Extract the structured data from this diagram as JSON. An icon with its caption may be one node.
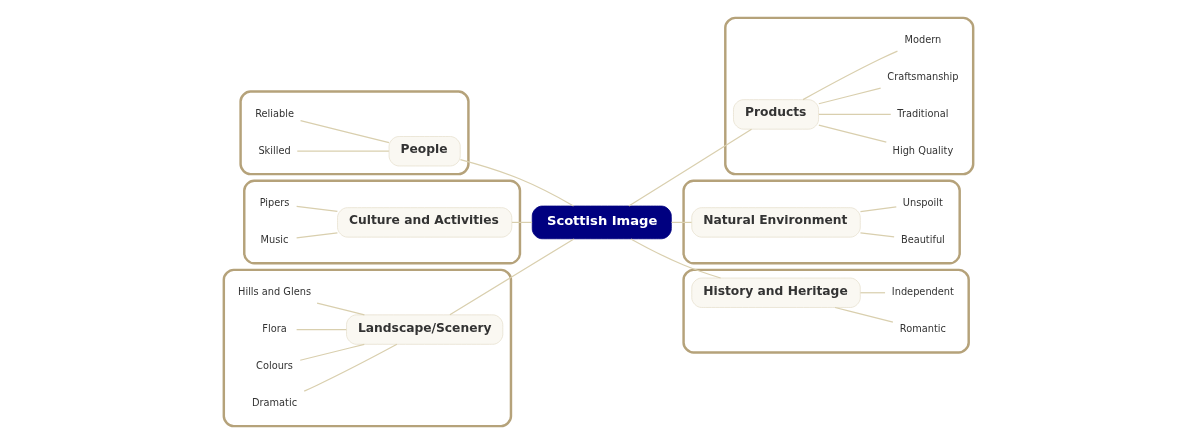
{
  "diagram": {
    "nodes": [
      {
        "text": [
          "Scottish Image"
        ]
      },
      {
        "text": [],
        "shape": "box"
      },
      {
        "text": [
          "Reliable"
        ],
        "in": 1
      },
      {
        "text": [
          "Skilled"
        ],
        "in": 1
      },
      {
        "text": [
          "People"
        ],
        "in": 1
      },
      {
        "text": [],
        "shape": "box"
      },
      {
        "text": [
          "Products"
        ],
        "in": 5
      },
      {
        "text": [
          "Modern"
        ],
        "in": 5
      },
      {
        "text": [
          "Craftsmanship"
        ],
        "in": 5
      },
      {
        "text": [
          "Traditional"
        ],
        "in": 5
      },
      {
        "text": [
          "High Quality"
        ],
        "in": 5
      },
      {
        "text": [],
        "shape": "box"
      },
      {
        "text": [
          "Pipers"
        ],
        "in": 11
      },
      {
        "text": [
          "Music"
        ],
        "in": 11
      },
      {
        "text": [
          "Culture and Activities"
        ],
        "in": 11
      },
      {
        "text": [],
        "shape": "box"
      },
      {
        "text": [
          "Natural Environment"
        ],
        "in": 15
      },
      {
        "text": [
          "Unspoilt"
        ],
        "in": 15
      },
      {
        "text": [
          "Beautiful"
        ],
        "in": 15
      },
      {
        "text": [],
        "shape": "box"
      },
      {
        "text": [
          "Hills and Glens"
        ],
        "in": 19
      },
      {
        "text": [
          "Flora"
        ],
        "in": 19
      },
      {
        "text": [
          "Colours"
        ],
        "in": 19
      },
      {
        "text": [
          "Dramatic"
        ],
        "in": 19
      },
      {
        "text": [
          "Landscape/Scenery"
        ],
        "in": 19
      },
      {
        "text": [],
        "shape": "box"
      },
      {
        "text": [
          "History and Heritage"
        ],
        "in": 25
      },
      {
        "text": [
          "Independent"
        ],
        "in": 25
      },
      {
        "text": [
          "Romantic"
        ],
        "in": 25
      }
    ],
    "edges": [
      {
        "from": 0,
        "to": 4,
        "arrow": "none"
      },
      {
        "from": 4,
        "to": 2,
        "arrow": "none"
      },
      {
        "from": 4,
        "to": 3,
        "arrow": "none"
      },
      {
        "from": 0,
        "to": 6,
        "arrow": "none"
      },
      {
        "from": 6,
        "to": 7,
        "arrow": "none"
      },
      {
        "from": 6,
        "to": 8,
        "arrow": "none"
      },
      {
        "from": 6,
        "to": 9,
        "arrow": "none"
      },
      {
        "from": 6,
        "to": 10,
        "arrow": "none"
      },
      {
        "from": 0,
        "to": 14,
        "arrow": "none"
      },
      {
        "from": 14,
        "to": 12,
        "arrow": "none"
      },
      {
        "from": 14,
        "to": 13,
        "arrow": "none"
      },
      {
        "from": 0,
        "to": 16,
        "arrow": "none"
      },
      {
        "from": 16,
        "to": 17,
        "arrow": "none"
      },
      {
        "from": 16,
        "to": 18,
        "arrow": "none"
      },
      {
        "from": 0,
        "to": 24,
        "arrow": "none"
      },
      {
        "from": 24,
        "to": 20,
        "arrow": "none"
      },
      {
        "from": 24,
        "to": 21,
        "arrow": "none"
      },
      {
        "from": 24,
        "to": 22,
        "arrow": "none"
      },
      {
        "from": 24,
        "to": 23,
        "arrow": "none"
      },
      {
        "from": 0,
        "to": 26,
        "arrow": "none"
      },
      {
        "from": 26,
        "to": 27,
        "arrow": "none"
      },
      {
        "from": 26,
        "to": 28,
        "arrow": "none"
      }
    ]
  }
}
